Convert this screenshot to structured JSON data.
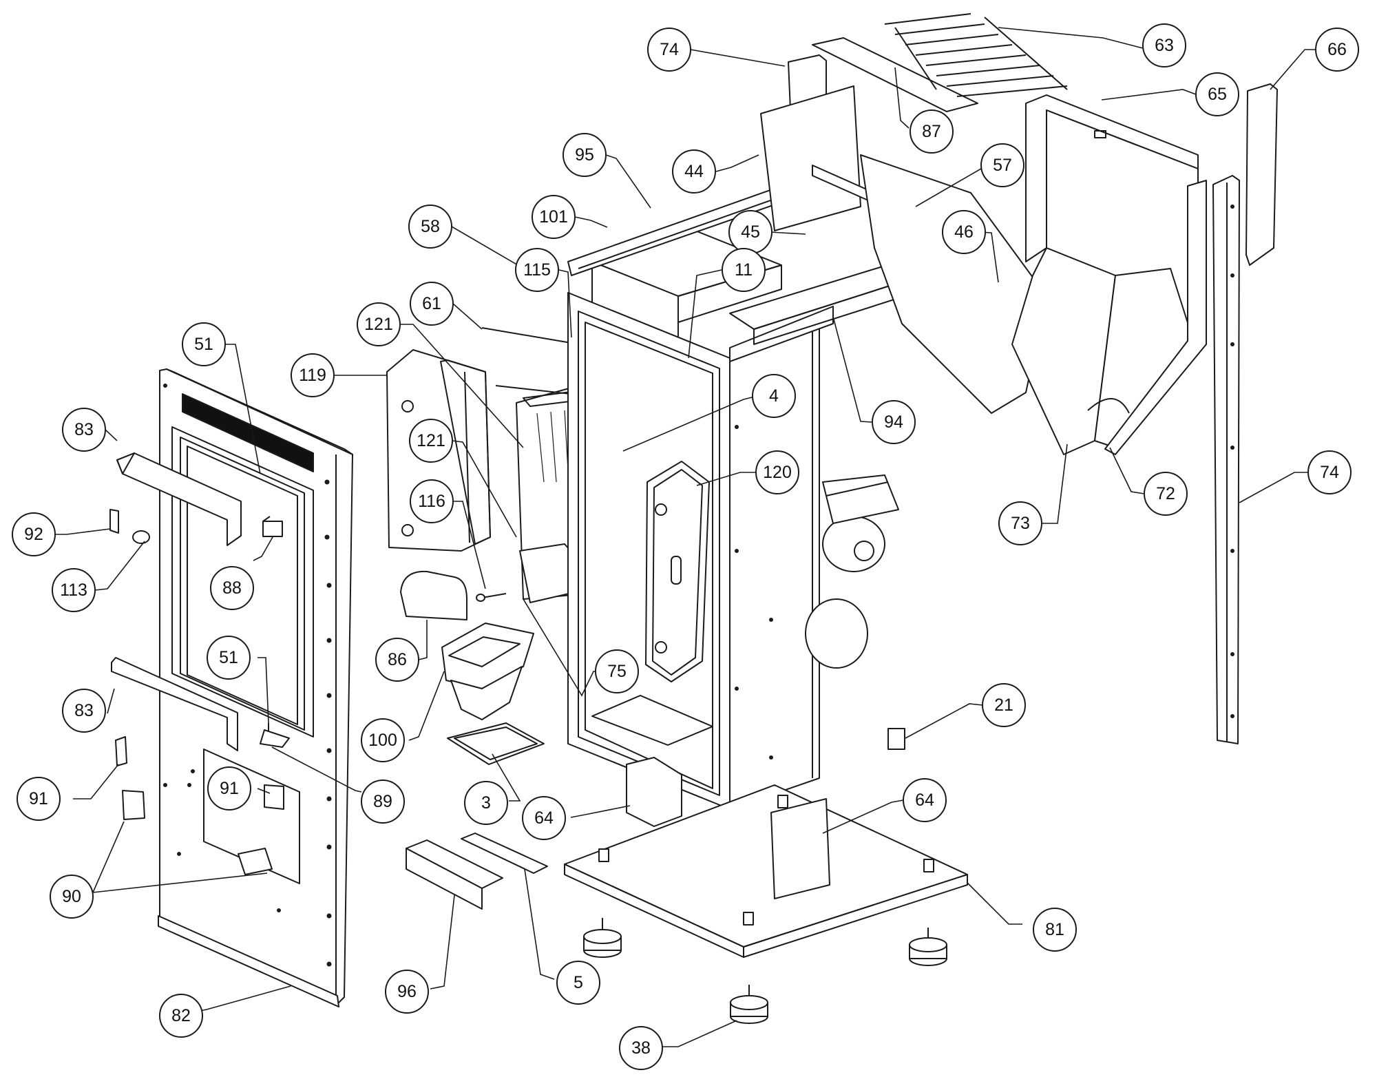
{
  "callouts": [
    {
      "id": "74a",
      "label": "74"
    },
    {
      "id": "87",
      "label": "87"
    },
    {
      "id": "63",
      "label": "63"
    },
    {
      "id": "66",
      "label": "66"
    },
    {
      "id": "65",
      "label": "65"
    },
    {
      "id": "95",
      "label": "95"
    },
    {
      "id": "44",
      "label": "44"
    },
    {
      "id": "57",
      "label": "57"
    },
    {
      "id": "101",
      "label": "101"
    },
    {
      "id": "58",
      "label": "58"
    },
    {
      "id": "45",
      "label": "45"
    },
    {
      "id": "46",
      "label": "46"
    },
    {
      "id": "115",
      "label": "115"
    },
    {
      "id": "11",
      "label": "11"
    },
    {
      "id": "61",
      "label": "61"
    },
    {
      "id": "121a",
      "label": "121"
    },
    {
      "id": "51a",
      "label": "51"
    },
    {
      "id": "119",
      "label": "119"
    },
    {
      "id": "4",
      "label": "4"
    },
    {
      "id": "94",
      "label": "94"
    },
    {
      "id": "83a",
      "label": "83"
    },
    {
      "id": "121b",
      "label": "121"
    },
    {
      "id": "120",
      "label": "120"
    },
    {
      "id": "74b",
      "label": "74"
    },
    {
      "id": "72",
      "label": "72"
    },
    {
      "id": "116",
      "label": "116"
    },
    {
      "id": "92",
      "label": "92"
    },
    {
      "id": "73",
      "label": "73"
    },
    {
      "id": "88",
      "label": "88"
    },
    {
      "id": "113",
      "label": "113"
    },
    {
      "id": "51b",
      "label": "51"
    },
    {
      "id": "86",
      "label": "86"
    },
    {
      "id": "75",
      "label": "75"
    },
    {
      "id": "83b",
      "label": "83"
    },
    {
      "id": "21",
      "label": "21"
    },
    {
      "id": "100",
      "label": "100"
    },
    {
      "id": "91a",
      "label": "91"
    },
    {
      "id": "91b",
      "label": "91"
    },
    {
      "id": "89",
      "label": "89"
    },
    {
      "id": "3",
      "label": "3"
    },
    {
      "id": "64a",
      "label": "64"
    },
    {
      "id": "64b",
      "label": "64"
    },
    {
      "id": "90",
      "label": "90"
    },
    {
      "id": "81",
      "label": "81"
    },
    {
      "id": "96",
      "label": "96"
    },
    {
      "id": "5",
      "label": "5"
    },
    {
      "id": "82",
      "label": "82"
    },
    {
      "id": "38",
      "label": "38"
    }
  ]
}
